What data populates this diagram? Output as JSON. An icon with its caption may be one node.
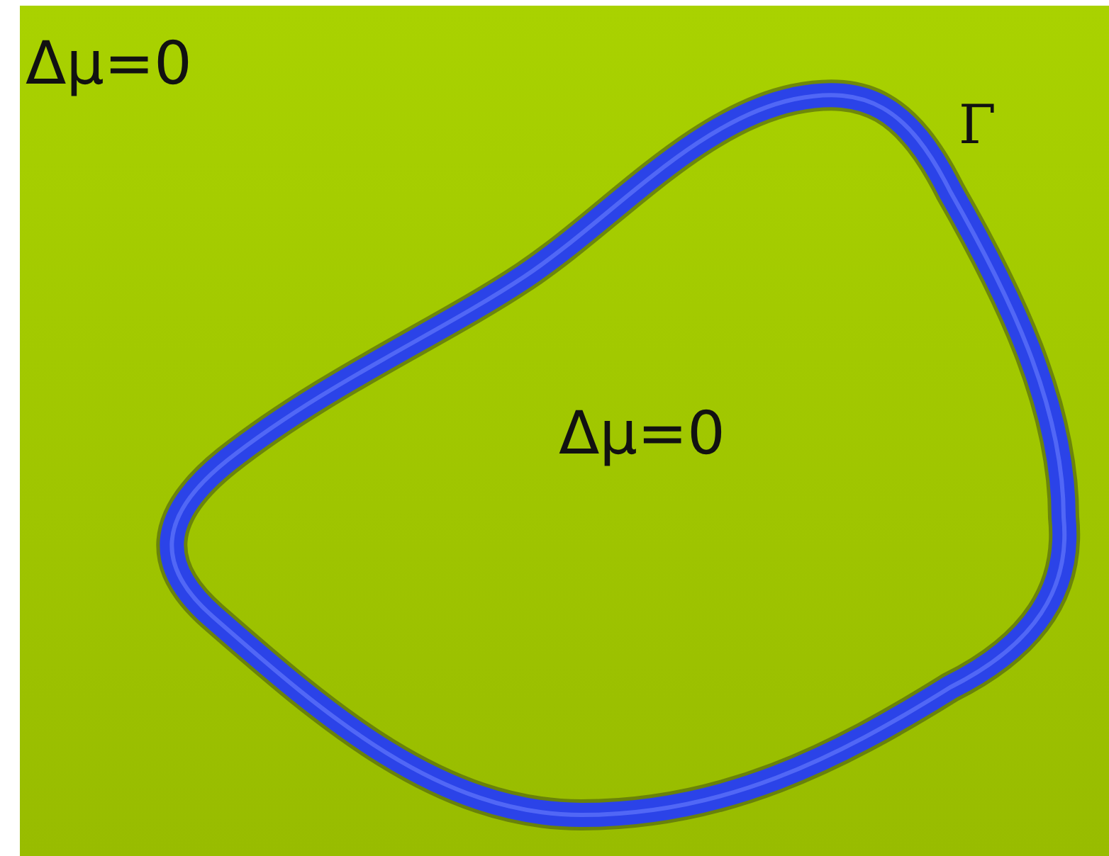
{
  "diagram": {
    "nodes": [
      {
        "text": [
          "Δμ=0"
        ],
        "beside": [
          "Γ"
        ]
      }
    ],
    "labels": [
      "Δμ=0"
    ]
  }
}
